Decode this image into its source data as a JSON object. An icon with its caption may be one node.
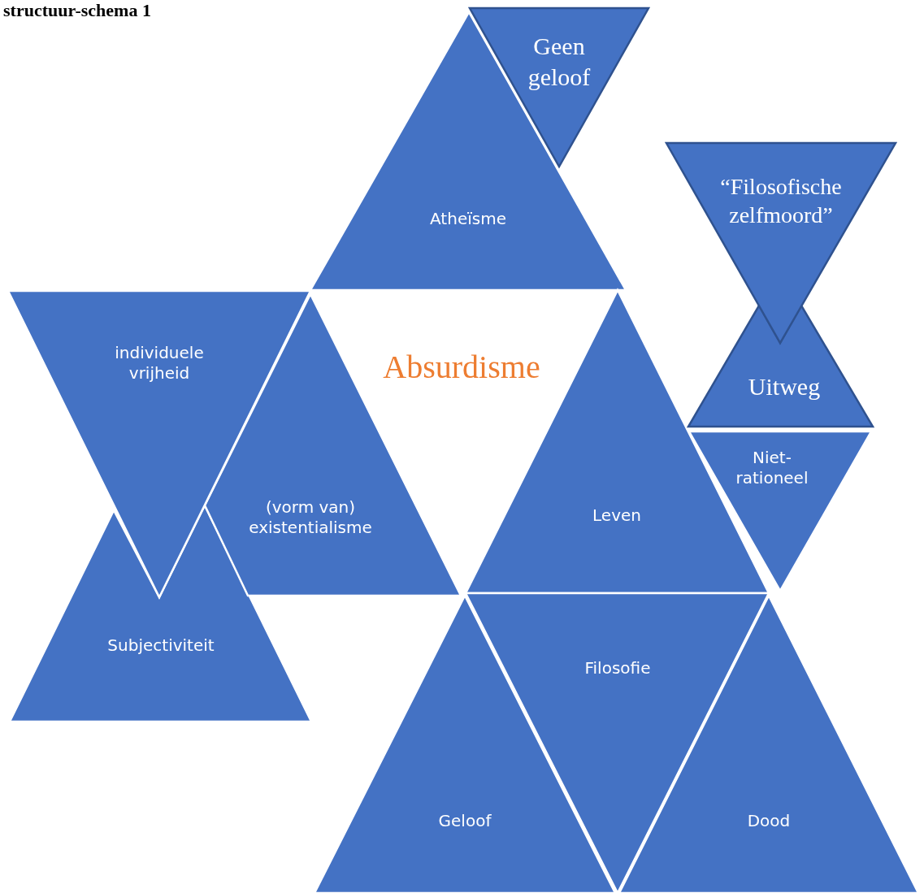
{
  "diagram": {
    "title": "structuur-schema 1",
    "nodes": [
      {
        "text": [
          "Atheïsme"
        ]
      },
      {
        "text": [
          "Geen geloof"
        ]
      },
      {
        "text": [
          "“Filosofische zelfmoord”"
        ]
      },
      {
        "text": [
          "individuele vrijheid"
        ]
      },
      {
        "text": [
          "(vorm van) existentialisme"
        ]
      },
      {
        "text": [
          "Uitweg"
        ]
      },
      {
        "text": [
          "Niet-rationeel"
        ]
      },
      {
        "text": [
          "Leven"
        ]
      },
      {
        "text": [
          "Subjectiviteit"
        ]
      },
      {
        "text": [
          "Filosofie"
        ]
      },
      {
        "text": [
          "Geloof"
        ]
      },
      {
        "text": [
          "Dood"
        ]
      }
    ],
    "labels": [
      "Absurdisme"
    ]
  }
}
